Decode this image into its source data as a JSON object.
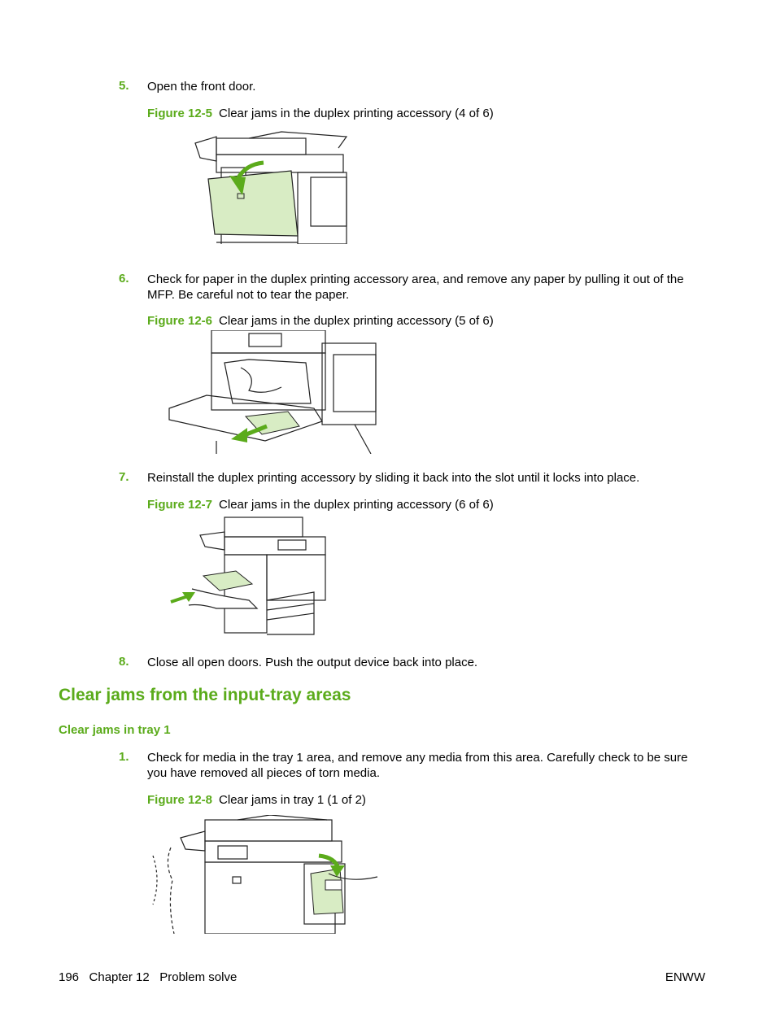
{
  "steps": [
    {
      "num": "5.",
      "text": "Open the front door."
    },
    {
      "num": "6.",
      "text": "Check for paper in the duplex printing accessory area, and remove any paper by pulling it out of the MFP. Be careful not to tear the paper."
    },
    {
      "num": "7.",
      "text": "Reinstall the duplex printing accessory by sliding it back into the slot until it locks into place."
    },
    {
      "num": "8.",
      "text": "Close all open doors. Push the output device back into place."
    }
  ],
  "figures": [
    {
      "label": "Figure 12-5",
      "caption": "Clear jams in the duplex printing accessory (4 of 6)"
    },
    {
      "label": "Figure 12-6",
      "caption": "Clear jams in the duplex printing accessory (5 of 6)"
    },
    {
      "label": "Figure 12-7",
      "caption": "Clear jams in the duplex printing accessory (6 of 6)"
    },
    {
      "label": "Figure 12-8",
      "caption": "Clear jams in tray 1 (1 of 2)"
    }
  ],
  "section": {
    "heading": "Clear jams from the input-tray areas",
    "subheading": "Clear jams in tray 1",
    "step": {
      "num": "1.",
      "text": "Check for media in the tray 1 area, and remove any media from this area. Carefully check to be sure you have removed all pieces of torn media."
    }
  },
  "footer": {
    "left": "196   Chapter 12   Problem solve",
    "right": "ENWW"
  },
  "colors": {
    "accent": "#5bab1b",
    "paper_highlight": "#d8ecc4"
  }
}
